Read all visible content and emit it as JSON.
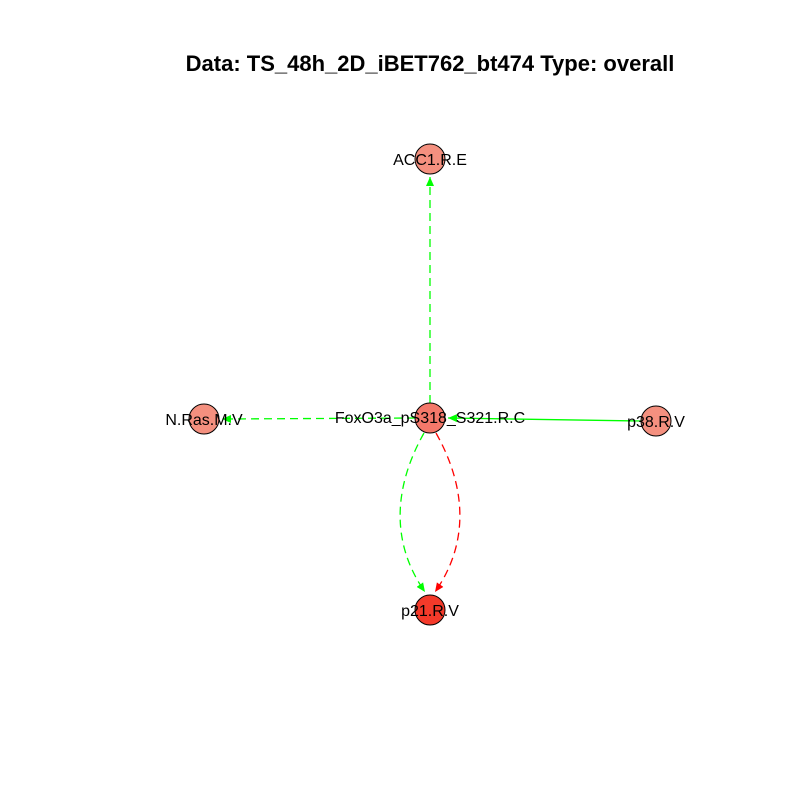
{
  "title": "Data: TS_48h_2D_iBET762_bt474 Type: overall",
  "nodes": [
    {
      "id": "acc1",
      "label": "ACC1.R.E",
      "color": "#f4907f"
    },
    {
      "id": "foxo3a",
      "label": "FoxO3a_pS318_S321.R.C",
      "color": "#f4786a"
    },
    {
      "id": "nras",
      "label": "N.Ras.M.V",
      "color": "#f4907f"
    },
    {
      "id": "p38",
      "label": "p38.R.V",
      "color": "#f4907f"
    },
    {
      "id": "p21",
      "label": "p21.R.V",
      "color": "#f43a2a"
    }
  ],
  "edges": [
    {
      "from": "foxo3a",
      "to": "acc1",
      "color": "#00ff00",
      "style": "dashed"
    },
    {
      "from": "foxo3a",
      "to": "nras",
      "color": "#00ff00",
      "style": "dashed"
    },
    {
      "from": "p38",
      "to": "foxo3a",
      "color": "#00ff00",
      "style": "solid"
    },
    {
      "from": "foxo3a",
      "to": "p21",
      "color": "#00ff00",
      "style": "dashed"
    },
    {
      "from": "foxo3a",
      "to": "p21",
      "color": "#ff0000",
      "style": "dashed"
    }
  ]
}
